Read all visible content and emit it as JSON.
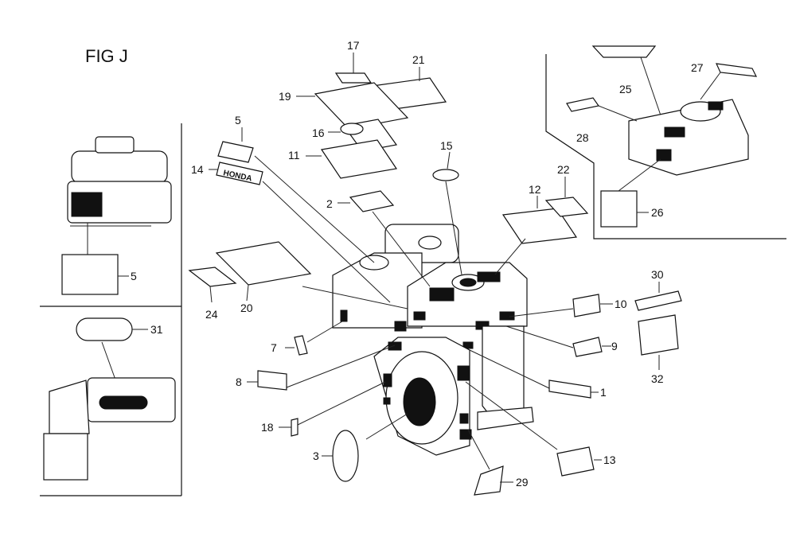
{
  "figure": {
    "title": "FIG J"
  },
  "callouts": {
    "c1": "1",
    "c2": "2",
    "c3": "3",
    "c5a": "5",
    "c5b": "5",
    "c7": "7",
    "c8": "8",
    "c9": "9",
    "c10": "10",
    "c11": "11",
    "c12": "12",
    "c13": "13",
    "c14": "14",
    "c15": "15",
    "c16": "16",
    "c17": "17",
    "c18": "18",
    "c19": "19",
    "c20": "20",
    "c21": "21",
    "c22": "22",
    "c24": "24",
    "c25": "25",
    "c26": "26",
    "c27": "27",
    "c28": "28",
    "c29": "29",
    "c30": "30",
    "c31": "31",
    "c32": "32"
  },
  "emblem": {
    "text": "HONDA"
  }
}
